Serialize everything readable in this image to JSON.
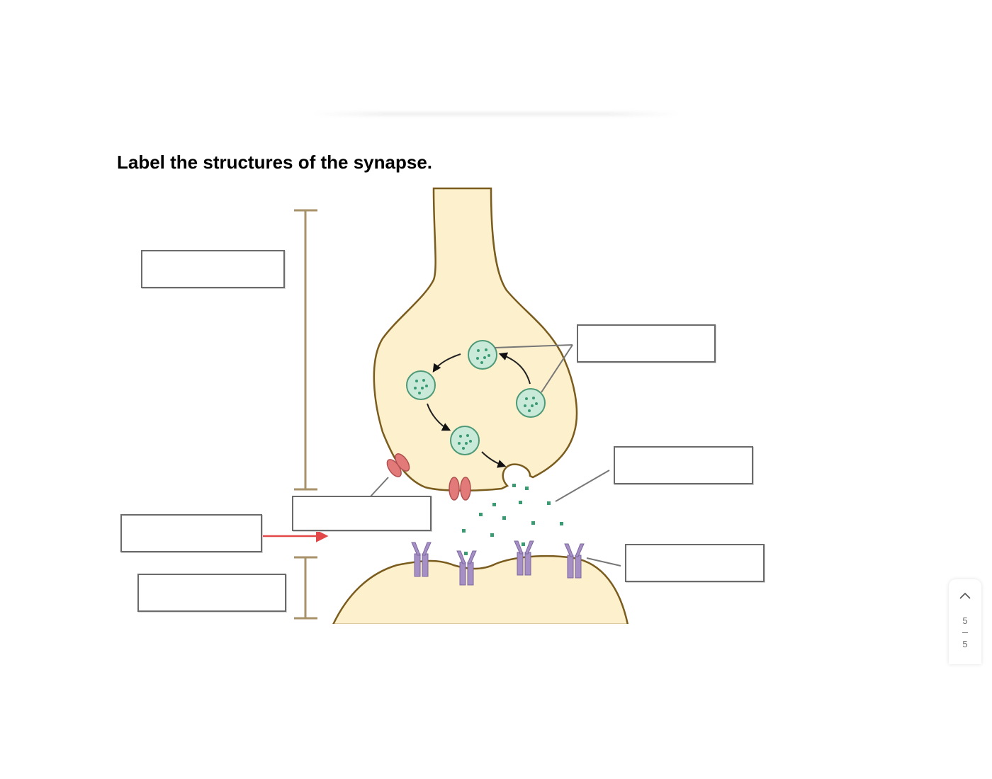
{
  "question": {
    "text": "Label the structures of the synapse."
  },
  "label_boxes": [
    {
      "id": "presynaptic-neuron-box",
      "value": ""
    },
    {
      "id": "synaptic-vesicles-box",
      "value": ""
    },
    {
      "id": "neurotransmitter-box",
      "value": ""
    },
    {
      "id": "ion-channel-box",
      "value": ""
    },
    {
      "id": "receptors-box",
      "value": ""
    },
    {
      "id": "synaptic-cleft-box",
      "value": ""
    },
    {
      "id": "postsynaptic-neuron-box",
      "value": ""
    }
  ],
  "colors": {
    "neuron_fill": "#fdf0cd",
    "neuron_outline": "#7a5c1e",
    "vesicle_fill": "#c9ead8",
    "vesicle_outline": "#4e9a78",
    "neurotransmitter": "#3a9a72",
    "ion_channel": "#e27a7a",
    "receptor": "#a58fc4",
    "bracket": "#a8926a",
    "pointer_arrow": "#e24848"
  },
  "page_nav": {
    "up_icon": "chevron-up-icon",
    "current": "5",
    "total": "5"
  }
}
